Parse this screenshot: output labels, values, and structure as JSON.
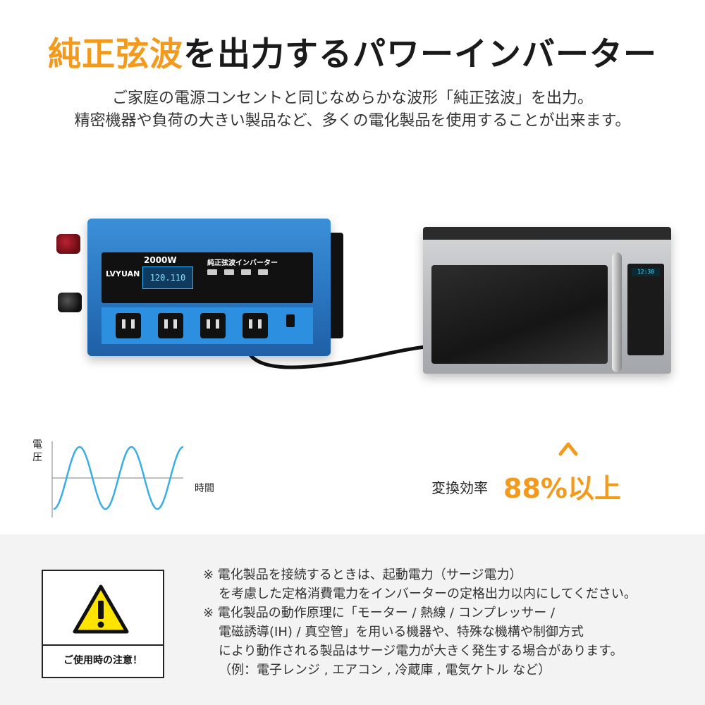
{
  "title": {
    "highlight": "純正弦波",
    "rest": "を出力するパワーインバーター"
  },
  "subtitle": {
    "line1": "ご家庭の電源コンセントと同じなめらかな波形「純正弦波」を出力。",
    "line2": "精密機器や負荷の大きい製品など、多くの電化製品を使用することが出来ます。"
  },
  "inverter": {
    "brand": "LVYUAN",
    "wattage": "2000W",
    "display": "120.110",
    "panel_label": "純正弦波インバーター"
  },
  "microwave": {
    "display": "12:30"
  },
  "wave_chart": {
    "y_label": "電圧",
    "x_label": "時間"
  },
  "efficiency": {
    "label": "変換効率",
    "value": "88%以上"
  },
  "notice": {
    "caption": "ご使用時の注意！",
    "lines": [
      "※ 電化製品を接続するときは、起動電力（サージ電力）",
      "を考慮した定格消費電力をインバーターの定格出力以内にしてください。",
      "※ 電化製品の動作原理に「モーター / 熱線 / コンプレッサー /",
      "電磁誘導(IH) / 真空管」を用いる機器や、特殊な機構や制御方式",
      "により動作される製品はサージ電力が大きく発生する場合があります。",
      "（例：電子レンジ , エアコン , 冷蔵庫 , 電気ケトル など）"
    ]
  },
  "colors": {
    "accent": "#f39a1c",
    "wave": "#39aee6"
  }
}
